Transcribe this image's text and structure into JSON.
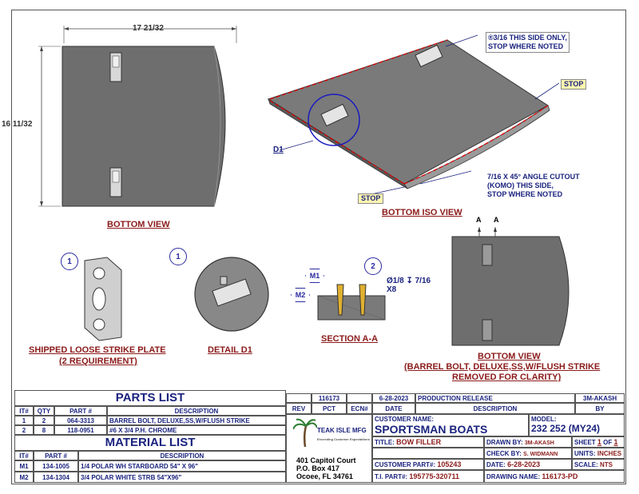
{
  "dims": {
    "width": "17 21/32",
    "height": "16 11/32"
  },
  "views": {
    "bottom_view": "BOTTOM VIEW",
    "bottom_iso_view": "BOTTOM ISO VIEW",
    "strike_plate": "SHIPPED LOOSE STRIKE PLATE",
    "strike_plate_req": "(2 REQUIREMENT)",
    "detail_d1": "DETAIL  D1",
    "section_aa": "SECTION A-A",
    "bottom_view2": "BOTTOM VIEW",
    "bottom_view2_note1": "(BARREL BOLT, DELUXE,SS,W/FLUSH STRIKE",
    "bottom_view2_note2": "REMOVED FOR CLARITY)"
  },
  "notes": {
    "this_side_1": "®3/16 THIS SIDE ONLY,",
    "this_side_2": "STOP WHERE NOTED",
    "stop": "STOP",
    "d1": "D1",
    "cutout_1": "7/16 X 45° ANGLE CUTOUT",
    "cutout_2": "(KOMO) THIS SIDE,",
    "cutout_3": "STOP WHERE NOTED",
    "hole_1": "Ø1/8 ↧ 7/16",
    "hole_2": "X8",
    "a": "A"
  },
  "callouts": {
    "one": "1",
    "two": "2",
    "m1": "M1",
    "m2": "M2"
  },
  "revision": {
    "headers": [
      "REV",
      "PCT",
      "ECN#",
      "DATE",
      "DESCRIPTION",
      "BY"
    ],
    "row": {
      "rev": "",
      "pct": "116173",
      "ecn": "",
      "date": "6-28-2023",
      "description": "PRODUCTION RELEASE",
      "by": "3M-AKASH"
    }
  },
  "parts_list": {
    "title": "PARTS LIST",
    "headers": [
      "IT#",
      "QTY",
      "PART #",
      "DESCRIPTION"
    ],
    "rows": [
      {
        "it": "1",
        "qty": "2",
        "part": "064-3313",
        "desc": "BARREL BOLT, DELUXE,SS,W/FLUSH STRIKE"
      },
      {
        "it": "2",
        "qty": "8",
        "part": "118-0951",
        "desc": "#6 X 3/4 P.H. CHROME"
      }
    ]
  },
  "material_list": {
    "title": "MATERIAL LIST",
    "headers": [
      "IT#",
      "PART #",
      "DESCRIPTION"
    ],
    "rows": [
      {
        "it": "M1",
        "part": "134-1005",
        "desc": "1/4 POLAR WH STARBOARD 54\" X 96\""
      },
      {
        "it": "M2",
        "part": "134-1304",
        "desc": "3/4 POLAR WHITE STRB 54\"X96\""
      }
    ]
  },
  "company": {
    "name": "TEAK ISLE MFG",
    "tagline": "Exceeding Customer Expectations",
    "addr1": "401 Capitol Court",
    "addr2": "P.O. Box 417",
    "addr3": "Ocoee, FL 34761"
  },
  "title_block": {
    "customer_label": "CUSTOMER NAME:",
    "customer": "SPORTSMAN BOATS",
    "model_label": "MODEL:",
    "model": "232 252 (MY24)",
    "title_label": "TITLE:",
    "title": "BOW FILLER",
    "drawn_label": "DRAWN BY:",
    "drawn": "3M-AKASH",
    "sheet_label": "SHEET",
    "sheet_num": "1",
    "sheet_of": "OF",
    "sheet_total": "1",
    "check_label": "CHECK BY:",
    "check": "S. WIDMANN",
    "units_label": "UNITS:",
    "units": "INCHES",
    "cust_part_label": "CUSTOMER PART#:",
    "cust_part": "105243",
    "date_label": "DATE:",
    "date": "6-28-2023",
    "scale_label": "SCALE:",
    "scale": "NTS",
    "ti_part_label": "T.I. PART#:",
    "ti_part": "195775-320711",
    "drawing_label": "DRAWING NAME:",
    "drawing": "116173-PD"
  }
}
